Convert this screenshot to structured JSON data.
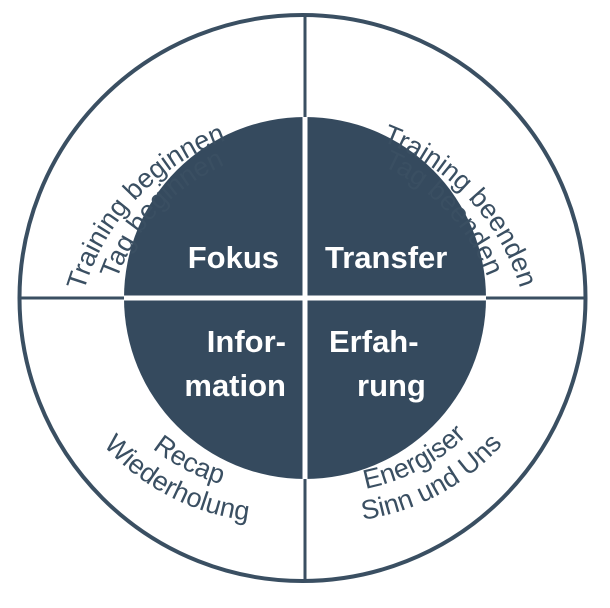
{
  "colors": {
    "ring_stroke": "#3a4f62",
    "core_fill": "#354a5e",
    "outer_text": "#3a4f62",
    "inner_text": "#ffffff",
    "background": "#ffffff"
  },
  "inner": {
    "top_left": "Fokus",
    "top_right": "Transfer",
    "bottom_left": {
      "line1": "Infor-",
      "line2": "mation"
    },
    "bottom_right": {
      "line1": "Erfah-",
      "line2": "rung"
    }
  },
  "outer": {
    "top_left": {
      "line1": "Training beginnen",
      "line2": "Tag beginnen"
    },
    "top_right": {
      "line1": "Training beenden",
      "line2": "Tag beenden"
    },
    "bottom_left": {
      "line1": "Recap",
      "line2": "Wiederholung"
    },
    "bottom_right": {
      "line1": "Energiser",
      "line2": "mit Sinn und Unsinn"
    }
  }
}
